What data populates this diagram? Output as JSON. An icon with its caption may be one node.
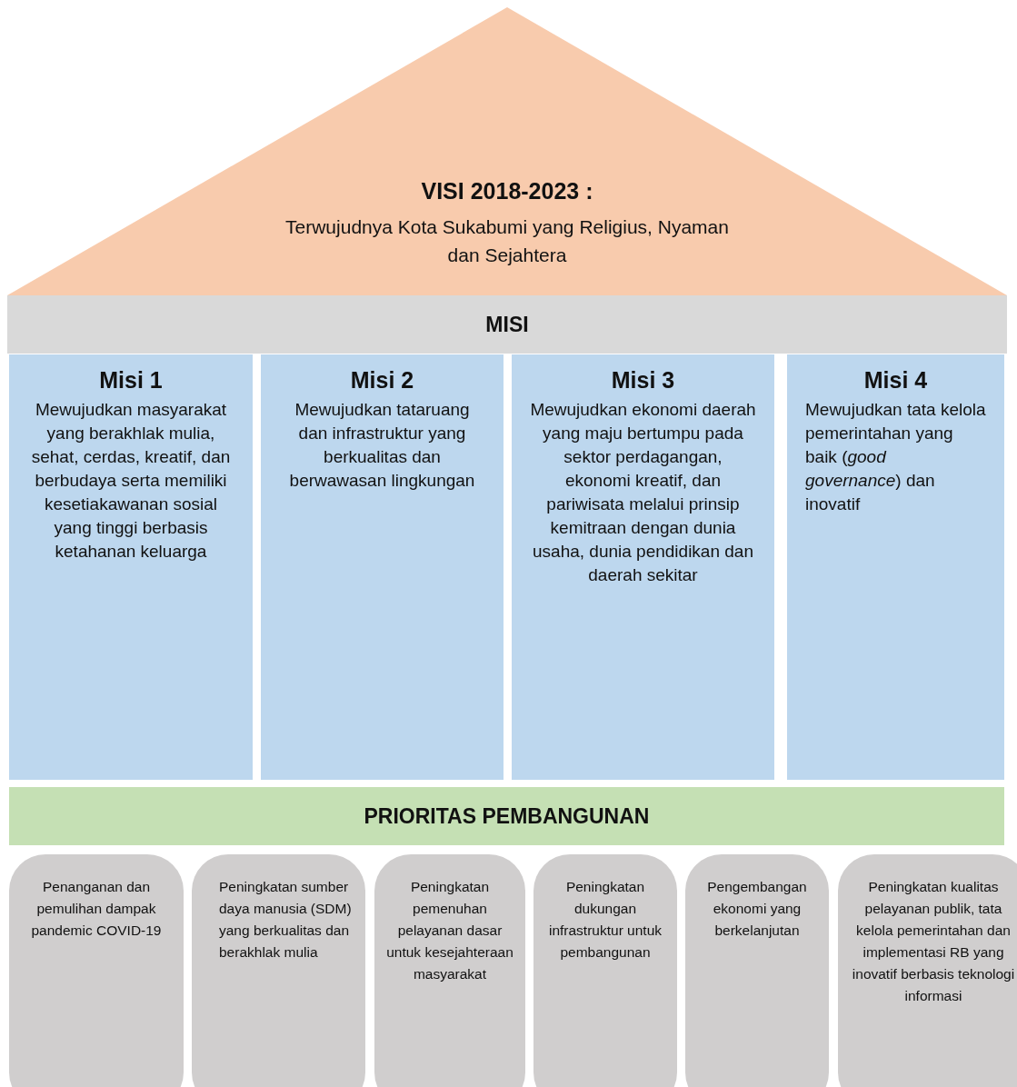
{
  "diagram": {
    "nodes": [
      {
        "text": [
          "VISI 2018-2023 :",
          "Terwujudnya Kota Sukabumi yang Religius, Nyaman dan Sejahtera"
        ]
      },
      {
        "text": [
          "MISI"
        ]
      },
      {
        "text": [
          "Misi 1",
          "Mewujudkan masyarakat yang berakhlak mulia, sehat, cerdas, kreatif, dan berbudaya serta memiliki kesetiakawanan sosial yang tinggi berbasis ketahanan keluarga"
        ]
      },
      {
        "text": [
          "Misi 2",
          "Mewujudkan tataruang dan infrastruktur yang berkualitas dan berwawasan lingkungan"
        ]
      },
      {
        "text": [
          "Misi 3",
          "Mewujudkan ekonomi daerah yang maju bertumpu pada sektor perdagangan, ekonomi kreatif, dan pariwisata melalui prinsip kemitraan dengan dunia usaha, dunia pendidikan dan daerah sekitar"
        ]
      },
      {
        "text": [
          "Misi 4",
          "Mewujudkan tata kelola pemerintahan yang baik (*good governance*) dan inovatif"
        ]
      },
      {
        "text": [
          "PRIORITAS PEMBANGUNAN"
        ]
      },
      {
        "text": [
          "Penanganan dan pemulihan dampak pandemic COVID-19"
        ]
      },
      {
        "text": [
          "Peningkatan sumber daya manusia (SDM) yang berkualitas dan berakhlak mulia"
        ]
      },
      {
        "text": [
          "Peningkatan pemenuhan pelayanan dasar untuk kesejahteraan masyarakat"
        ]
      },
      {
        "text": [
          "Peningkatan dukungan infrastruktur untuk pembangunan"
        ]
      },
      {
        "text": [
          "Pengembangan ekonomi yang berkelanjutan"
        ]
      },
      {
        "text": [
          "Peningkatan kualitas pelayanan publik, tata kelola pemerintahan dan implementasi RB yang inovatif berbasis teknologi informasi"
        ]
      }
    ]
  }
}
